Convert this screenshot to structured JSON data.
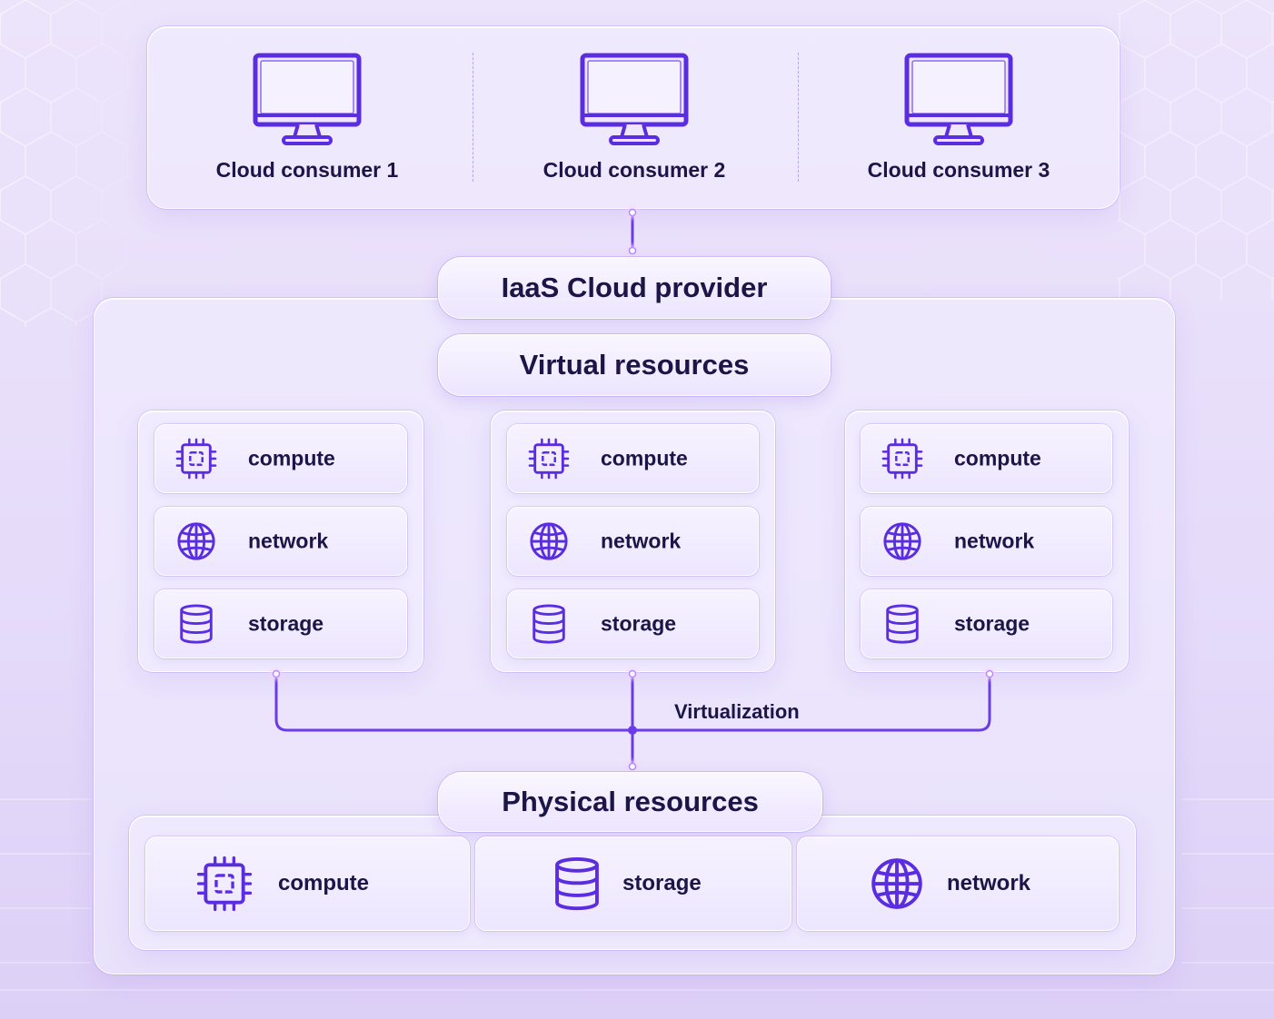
{
  "colors": {
    "accent": "#5b2de0",
    "text": "#1b1647",
    "connector": "#6a3ce8",
    "glow": "#f7d3ff"
  },
  "consumers": [
    {
      "label": "Cloud consumer 1",
      "icon": "monitor-icon"
    },
    {
      "label": "Cloud consumer 2",
      "icon": "monitor-icon"
    },
    {
      "label": "Cloud consumer 3",
      "icon": "monitor-icon"
    }
  ],
  "provider": {
    "label": "IaaS Cloud provider"
  },
  "virtual": {
    "label": "Virtual resources",
    "groups": [
      {
        "items": [
          {
            "label": "compute",
            "icon": "chip-icon"
          },
          {
            "label": "network",
            "icon": "globe-icon"
          },
          {
            "label": "storage",
            "icon": "database-icon"
          }
        ]
      },
      {
        "items": [
          {
            "label": "compute",
            "icon": "chip-icon"
          },
          {
            "label": "network",
            "icon": "globe-icon"
          },
          {
            "label": "storage",
            "icon": "database-icon"
          }
        ]
      },
      {
        "items": [
          {
            "label": "compute",
            "icon": "chip-icon"
          },
          {
            "label": "network",
            "icon": "globe-icon"
          },
          {
            "label": "storage",
            "icon": "database-icon"
          }
        ]
      }
    ]
  },
  "virtualization": {
    "label": "Virtualization"
  },
  "physical": {
    "label": "Physical resources",
    "items": [
      {
        "label": "compute",
        "icon": "chip-icon"
      },
      {
        "label": "storage",
        "icon": "database-icon"
      },
      {
        "label": "network",
        "icon": "globe-icon"
      }
    ]
  }
}
